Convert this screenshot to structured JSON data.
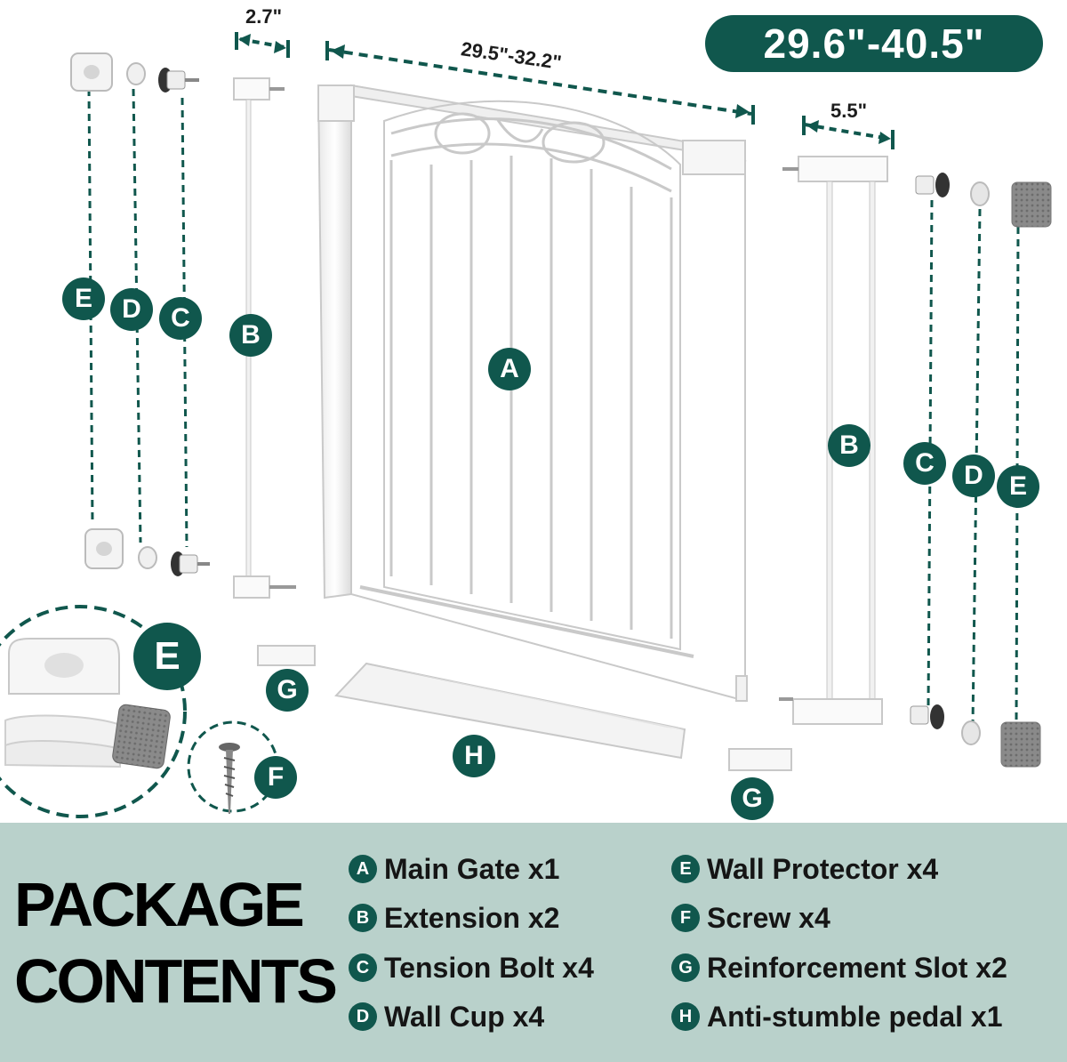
{
  "header": {
    "range_label": "29.6\"-40.5\""
  },
  "dimensions": {
    "small_extension": "2.7\"",
    "gate_width": "29.5\"-32.2\"",
    "large_extension": "5.5\""
  },
  "part_badges": {
    "a": "A",
    "b": "B",
    "c": "C",
    "d": "D",
    "e": "E",
    "f": "F",
    "g": "G",
    "h": "H"
  },
  "package": {
    "title_line1": "PACKAGE",
    "title_line2": "CONTENTS",
    "items": [
      {
        "letter": "A",
        "text": "Main Gate x1"
      },
      {
        "letter": "B",
        "text": "Extension x2"
      },
      {
        "letter": "C",
        "text": "Tension Bolt x4"
      },
      {
        "letter": "D",
        "text": "Wall Cup x4"
      },
      {
        "letter": "E",
        "text": "Wall Protector x4"
      },
      {
        "letter": "F",
        "text": "Screw x4"
      },
      {
        "letter": "G",
        "text": "Reinforcement Slot x2"
      },
      {
        "letter": "H",
        "text": "Anti-stumble pedal x1"
      }
    ]
  },
  "colors": {
    "accent": "#10574d",
    "panel": "#b9d1cb",
    "gate": "#ffffff"
  },
  "icons": [
    "wall-protector-icon",
    "wall-cup-icon",
    "tension-bolt-icon",
    "screw-icon",
    "reinforcement-slot-icon",
    "pedal-icon"
  ]
}
